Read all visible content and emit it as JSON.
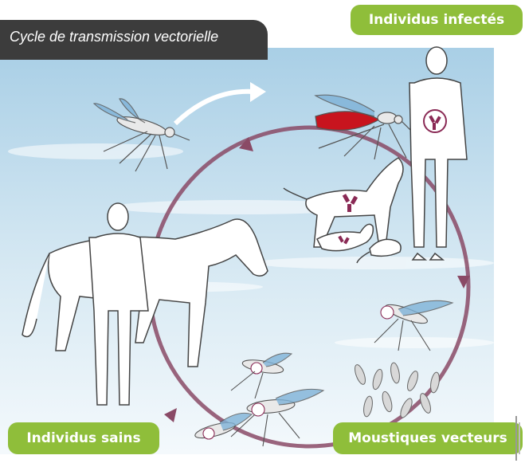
{
  "title": "Cycle de transmission vectorielle",
  "labels": {
    "infected": "Individus infectés",
    "healthy": "Individus sains",
    "vectors": "Moustiques vecteurs"
  },
  "colors": {
    "sky": "#c9e0ee",
    "cycle_arrow": "#8a4a66",
    "label_green": "#8fbe3a",
    "title_badge": "#3c3c3c",
    "pathogen": "#8a2a55",
    "blood": "#c8141e",
    "mosquito_wing": "#7fb3d8"
  }
}
